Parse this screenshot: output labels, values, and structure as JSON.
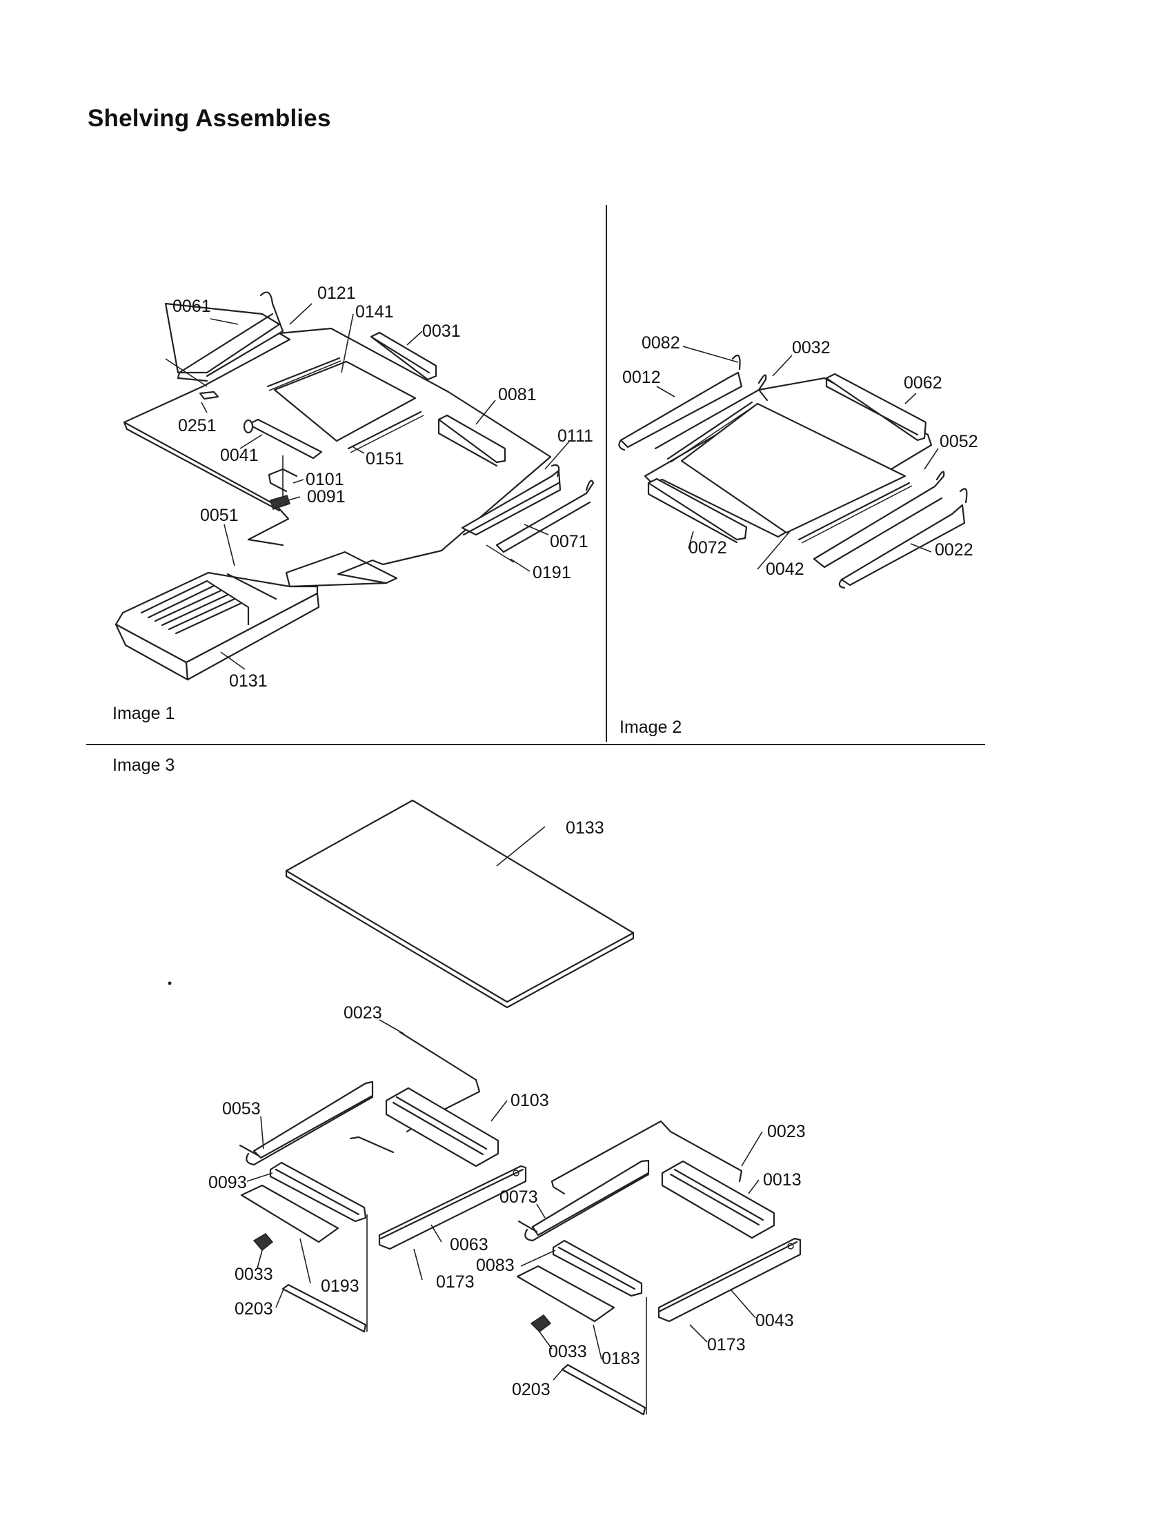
{
  "title": "Shelving Assemblies",
  "panels": [
    {
      "label": "Image 1",
      "callouts": [
        "0061",
        "0121",
        "0141",
        "0031",
        "0081",
        "0251",
        "0041",
        "0151",
        "0111",
        "0101",
        "0091",
        "0071",
        "0051",
        "0191",
        "0131"
      ]
    },
    {
      "label": "Image 2",
      "callouts": [
        "0082",
        "0032",
        "0012",
        "0062",
        "0052",
        "0072",
        "0042",
        "0022"
      ]
    },
    {
      "label": "Image 3",
      "callouts": [
        "0133",
        "0023",
        "0053",
        "0103",
        "0023",
        "0093",
        "0013",
        "0073",
        "0063",
        "0083",
        "0033",
        "0193",
        "0173",
        "0043",
        "0203",
        "0173",
        "0033",
        "0183",
        "0203"
      ]
    }
  ]
}
